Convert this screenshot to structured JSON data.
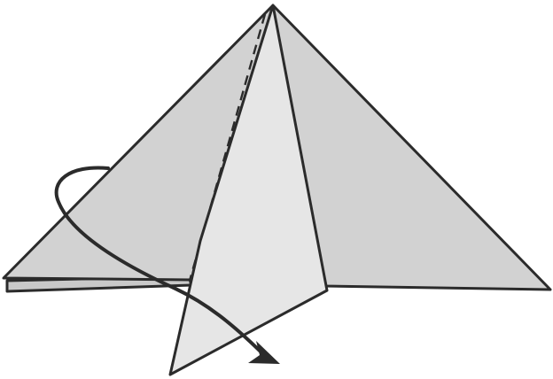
{
  "diagram": {
    "kind": "origami-fold-step",
    "colors": {
      "outline": "#2b2b2b",
      "back_layer": "#c9c9c9",
      "main_paper": "#d2d2d2",
      "inner_flap": "#e6e6e6",
      "background": "#ffffff"
    },
    "elements": [
      {
        "name": "back-layer-edge",
        "role": "lower paper layer"
      },
      {
        "name": "main-triangle",
        "role": "folded paper body"
      },
      {
        "name": "valley-fold-line",
        "role": "dashed fold guide"
      },
      {
        "name": "front-flap",
        "role": "flap to be folded"
      },
      {
        "name": "fold-direction-arrow",
        "role": "curved arrow showing fold behind"
      }
    ]
  }
}
